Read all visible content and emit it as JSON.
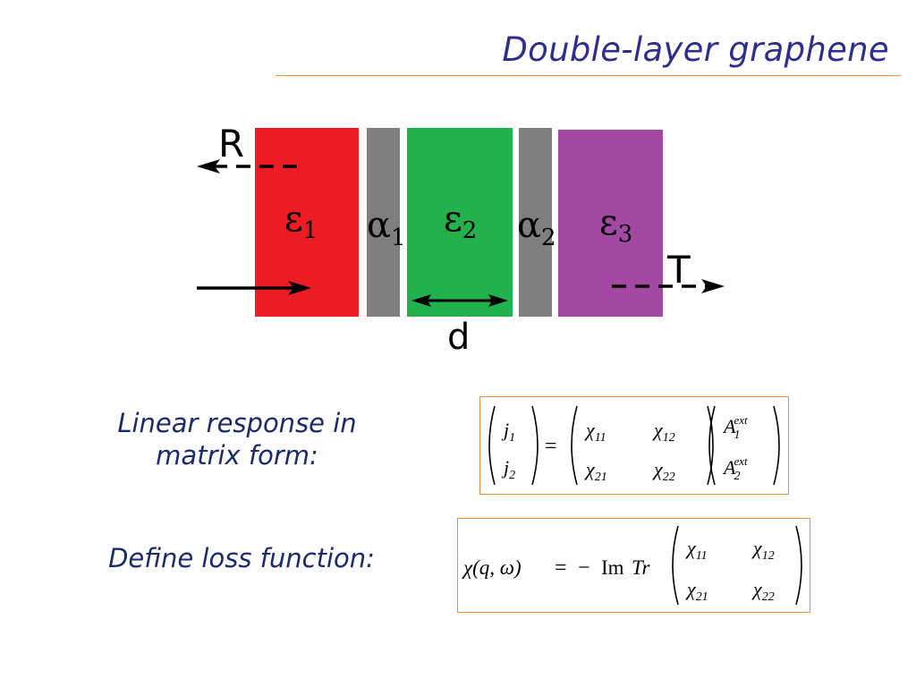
{
  "slide": {
    "title": "Double-layer graphene",
    "caption_linear": "Linear response in matrix form:",
    "caption_loss": "Define loss function:"
  },
  "diagram": {
    "label_R": "R",
    "label_T": "T",
    "label_d": "d",
    "eps": "ε",
    "alpha": "α",
    "eps1_sub": "1",
    "eps2_sub": "2",
    "eps3_sub": "3",
    "alpha1_sub": "1",
    "alpha2_sub": "2",
    "colors": {
      "eps1": "#ed1c24",
      "eps2": "#22b14c",
      "eps3": "#a349a4",
      "graphene": "#7f7f7f"
    }
  },
  "eq1": {
    "j": "j",
    "sub1": "1",
    "sub2": "2",
    "equals": "=",
    "chi": "χ",
    "s11": "11",
    "s12": "12",
    "s21": "21",
    "s22": "22",
    "A": "A",
    "ext": "ext"
  },
  "eq2": {
    "lhs": "χ(q, ω)",
    "equals": "=",
    "minus": "−",
    "im": "Im",
    "tr": "Tr",
    "chi": "χ",
    "s11": "11",
    "s12": "12",
    "s21": "21",
    "s22": "22"
  }
}
